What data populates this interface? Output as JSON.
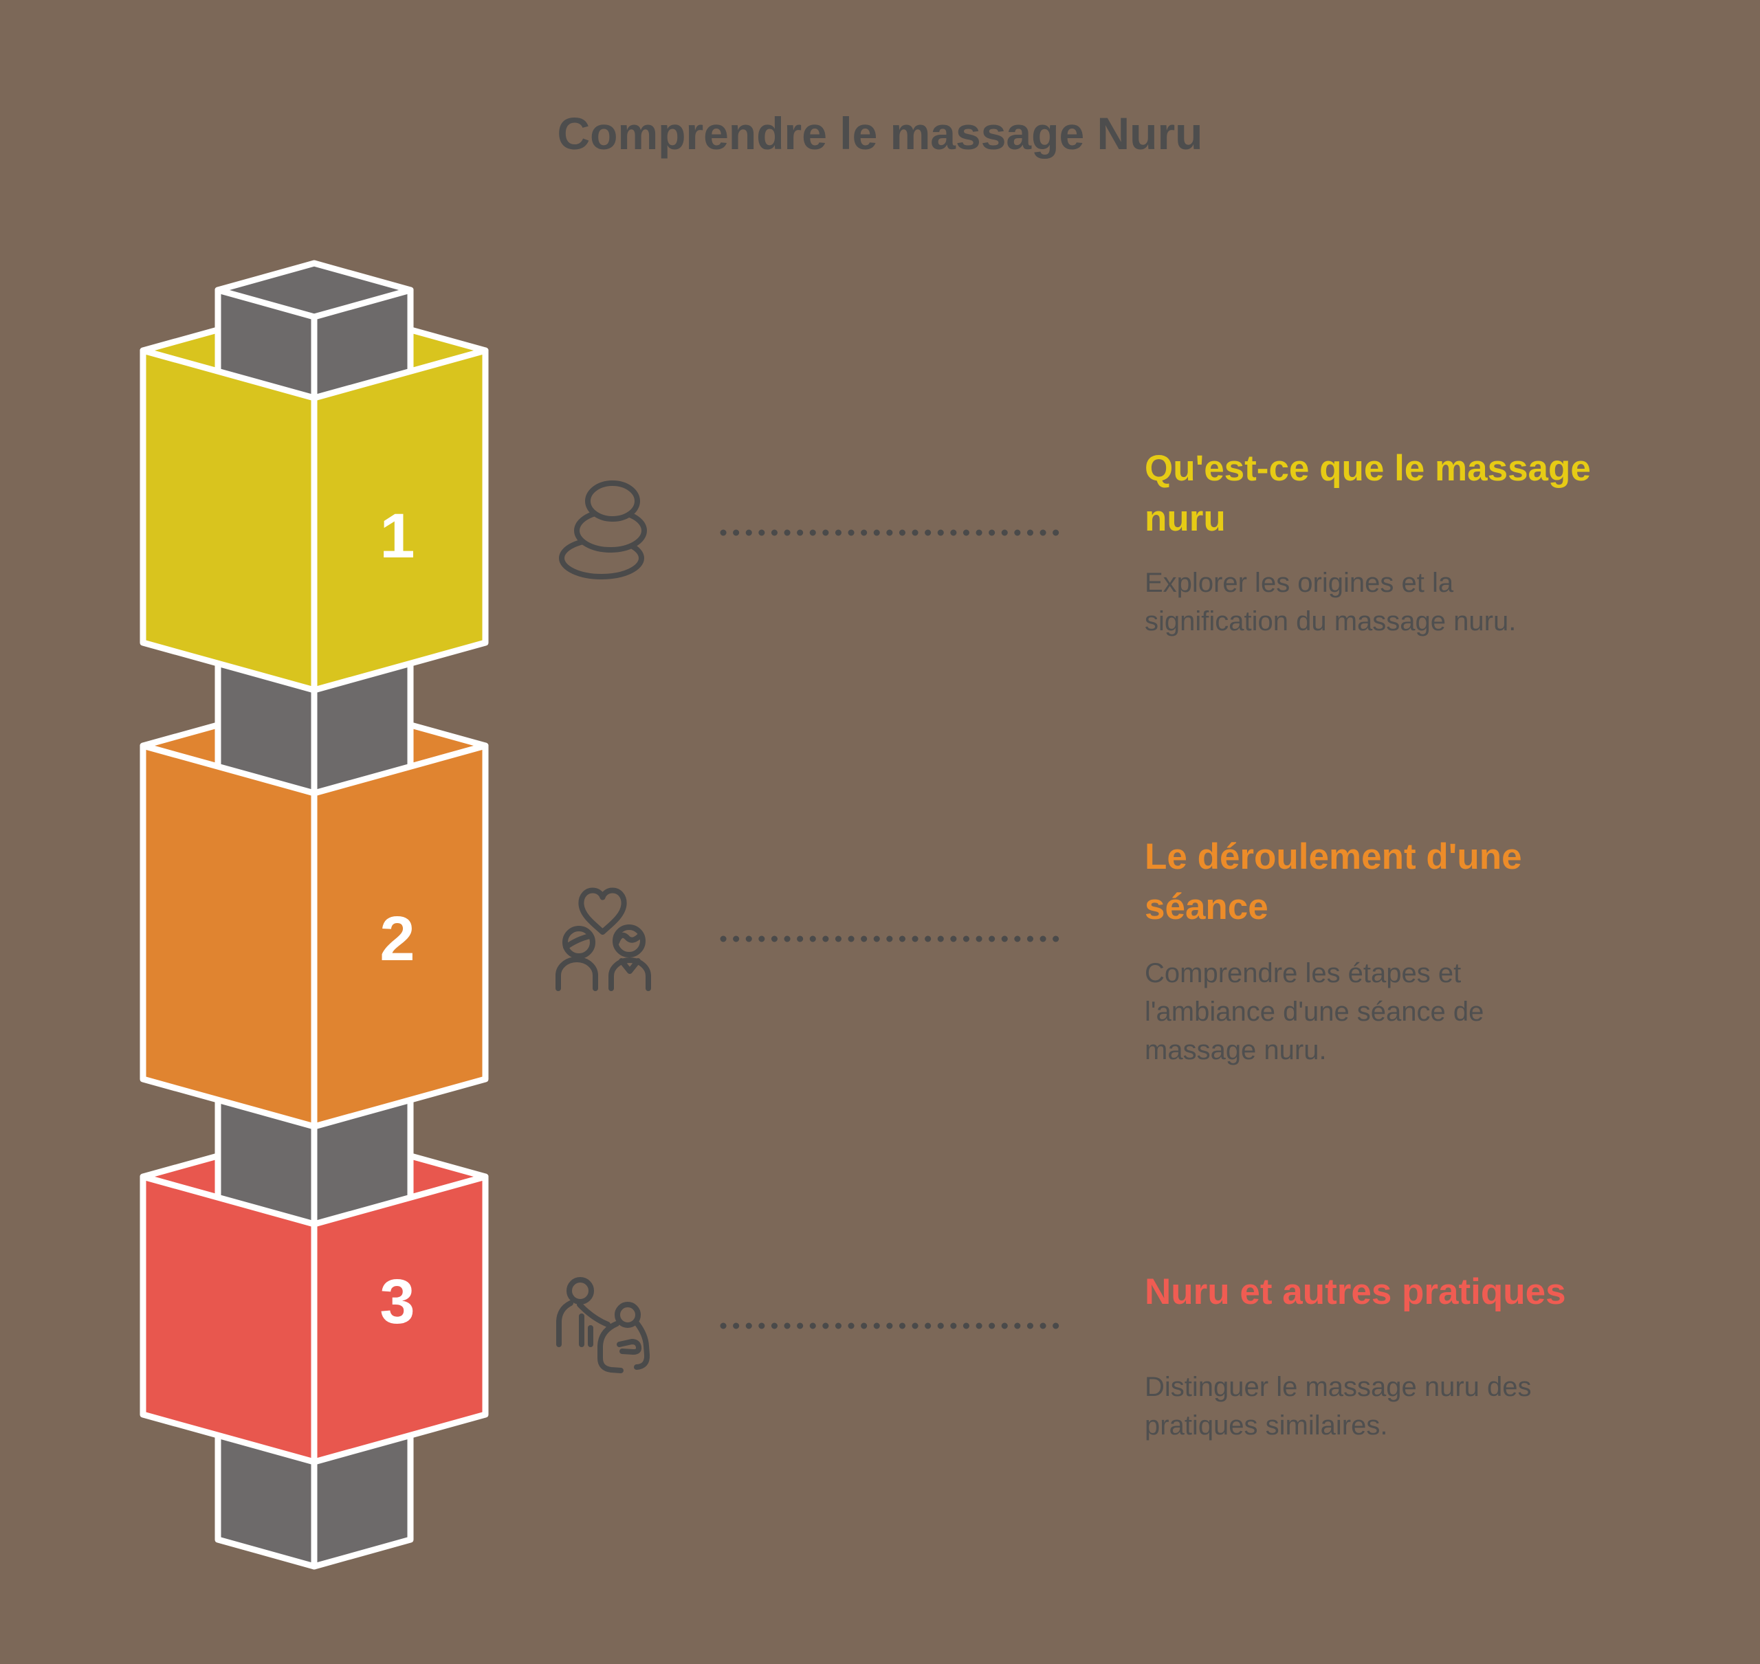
{
  "title": "Comprendre le massage Nuru",
  "colors": {
    "background": "#7c6858",
    "heading": "#4d4d4d",
    "text": "#4f4f4f",
    "icon": "#4a4a4a",
    "dots": "#4a4a4a",
    "pillar": "#6d6a6a",
    "edge": "#ffffff",
    "number": "#ffffff",
    "step1": "#d9c41e",
    "step2": "#e08430",
    "step3": "#e8574e",
    "step1_title": "#e6cb15",
    "step2_title": "#ec8c29",
    "step3_title": "#f05c52"
  },
  "steps": [
    {
      "number": "1",
      "icon": "zen-stones-icon",
      "title": "Qu'est-ce que le massage\nnuru",
      "description": "Explorer les origines et la\nsignification du massage nuru."
    },
    {
      "number": "2",
      "icon": "couple-heart-icon",
      "title": "Le déroulement d'une\nséance",
      "description": "Comprendre les étapes et\nl'ambiance d'une séance de\nmassage nuru."
    },
    {
      "number": "3",
      "icon": "massage-icon",
      "title": "Nuru et autres pratiques",
      "description": "Distinguer le massage nuru des\npratiques similaires."
    }
  ]
}
